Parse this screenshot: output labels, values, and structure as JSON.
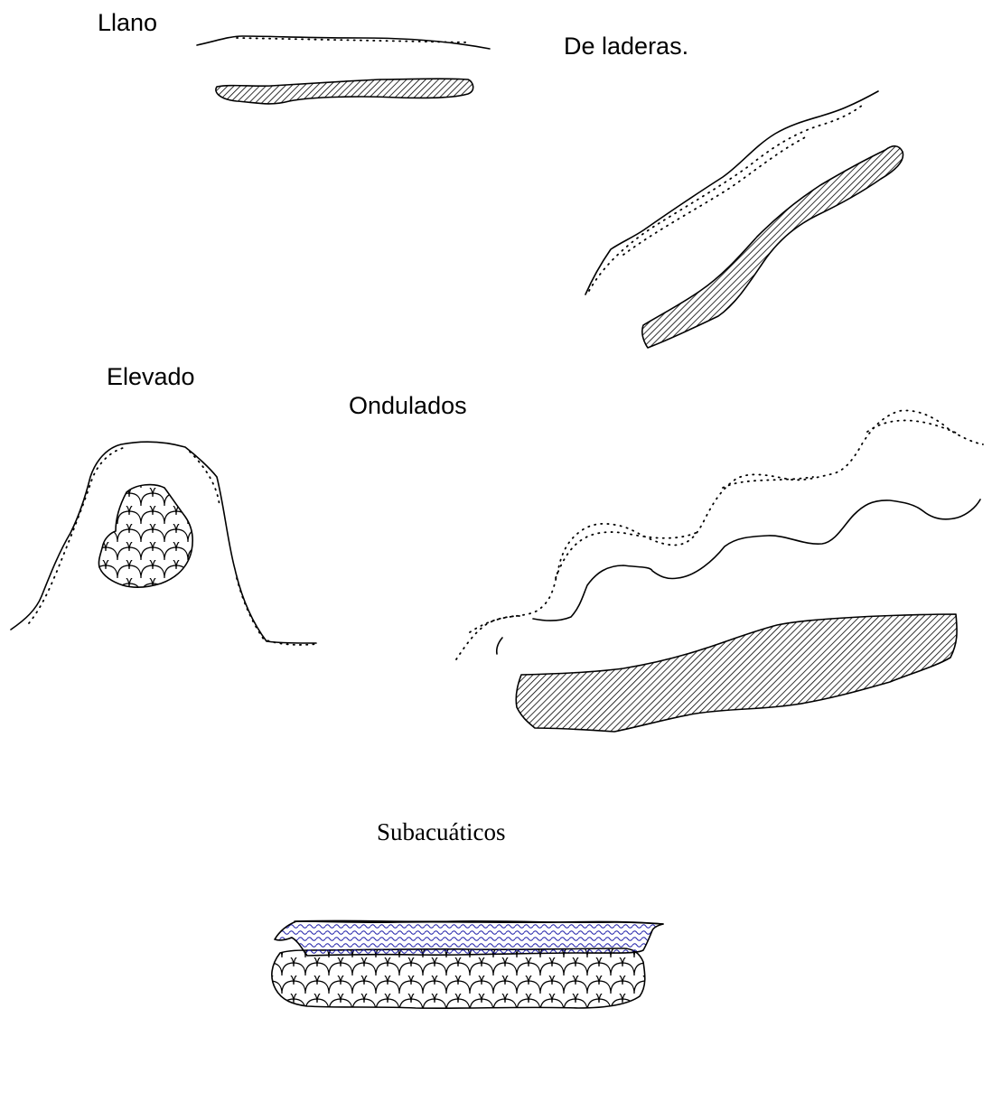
{
  "labels": {
    "llano": "Llano",
    "laderas": "De laderas.",
    "elevado": "Elevado",
    "ondulados": "Ondulados",
    "subacuaticos": "Subacuáticos"
  },
  "colors": {
    "ink": "#000000",
    "water_pattern": "#1a1aa8",
    "background": "#ffffff"
  },
  "patterns": {
    "deposit": "diagonal-hatch",
    "rock": "scale-pattern",
    "water": "wave-pattern"
  }
}
